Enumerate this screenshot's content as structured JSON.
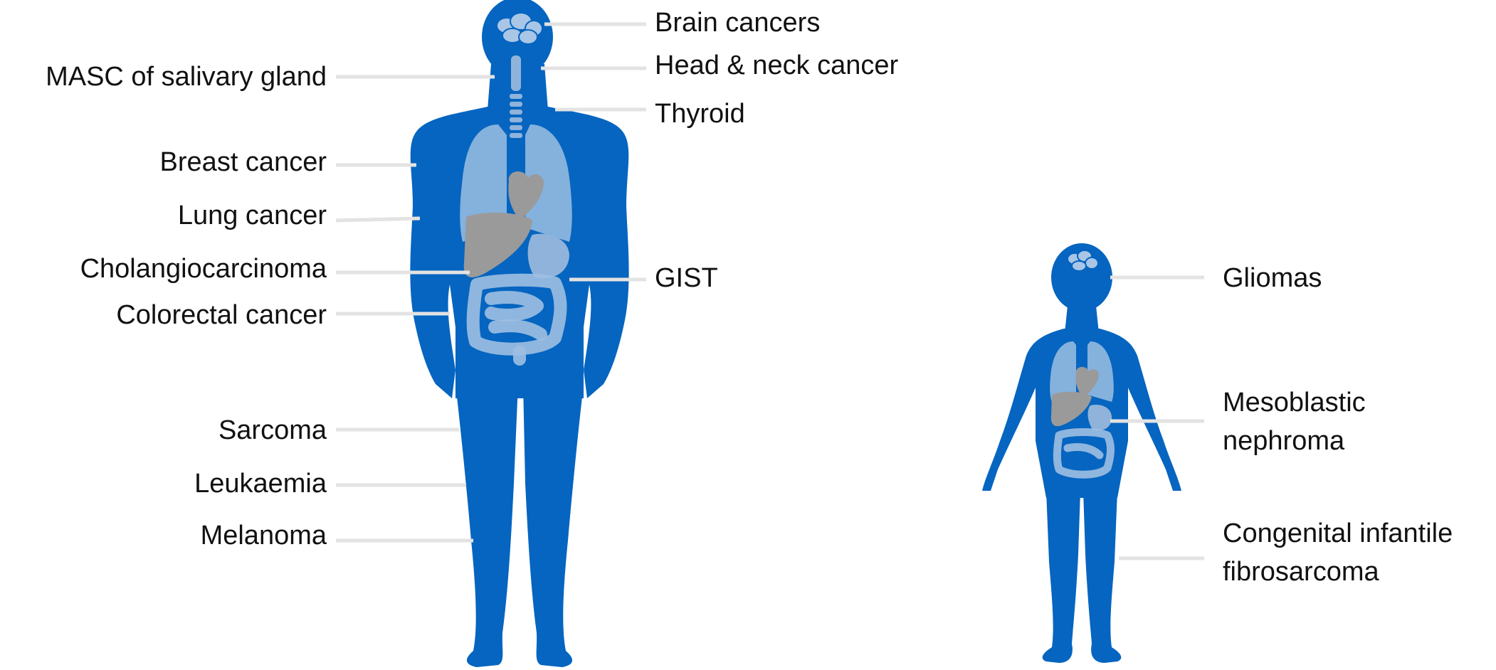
{
  "adult": {
    "left_labels": [
      {
        "text": "MASC of salivary gland"
      },
      {
        "text": "Breast cancer"
      },
      {
        "text": "Lung cancer"
      },
      {
        "text": "Cholangiocarcinoma"
      },
      {
        "text": "Colorectal cancer"
      },
      {
        "text": "Sarcoma"
      },
      {
        "text": "Leukaemia"
      },
      {
        "text": "Melanoma"
      }
    ],
    "right_labels": [
      {
        "text": "Brain cancers"
      },
      {
        "text": "Head & neck cancer"
      },
      {
        "text": "Thyroid"
      },
      {
        "text": "GIST"
      }
    ]
  },
  "child": {
    "labels": [
      {
        "lines": [
          "Gliomas"
        ]
      },
      {
        "lines": [
          "Mesoblastic",
          "nephroma"
        ]
      },
      {
        "lines": [
          "Congenital infantile",
          "fibrosarcoma"
        ]
      }
    ]
  },
  "colors": {
    "body": "#0565c0",
    "leader": "#e3e3e3",
    "organs": "#9a9a9a"
  }
}
